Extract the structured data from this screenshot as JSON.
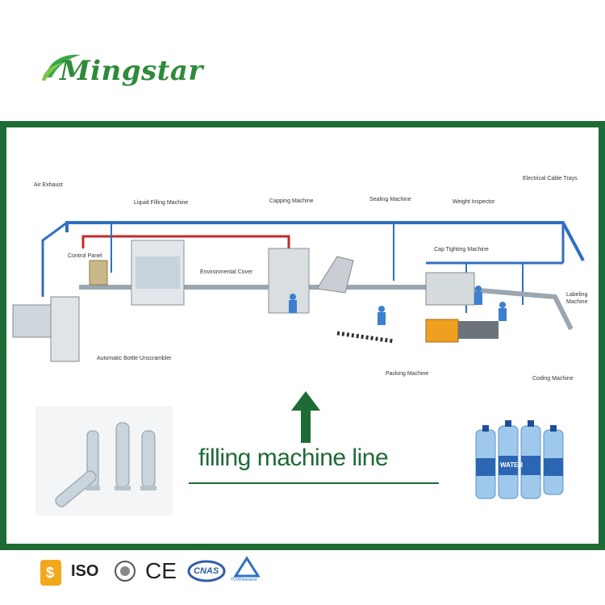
{
  "brand": {
    "name": "Mingstar"
  },
  "diagram": {
    "labels": {
      "air_exhaust": "Air Exhaust",
      "liquid_filling": "Liquid Filling Machine",
      "capping": "Capping Machine",
      "sealing": "Sealing Machine",
      "weight_inspector": "Weight Inspector",
      "electrical_trays": "Electrical Cable Trays",
      "control_panel": "Control Panel",
      "environmental_cover": "Environmental Cover",
      "cap_tighting": "Cap Tighting Machine",
      "labeling": "Labeling Machine",
      "unscrambler": "Automatic Bottle Unscrambler",
      "packing": "Packing Machine",
      "coding": "Coding Machine"
    }
  },
  "caption": {
    "title": "filling machine line"
  },
  "product": {
    "label": "WATER"
  },
  "certifications": [
    "$",
    "ISO",
    "CE",
    "CNAS",
    "TÜVRheinland"
  ],
  "colors": {
    "frame": "#1e6b36",
    "brand": "#2e8b3a",
    "conveyor_blue": "#2f6fc4",
    "pipe_red": "#c42a2a"
  }
}
